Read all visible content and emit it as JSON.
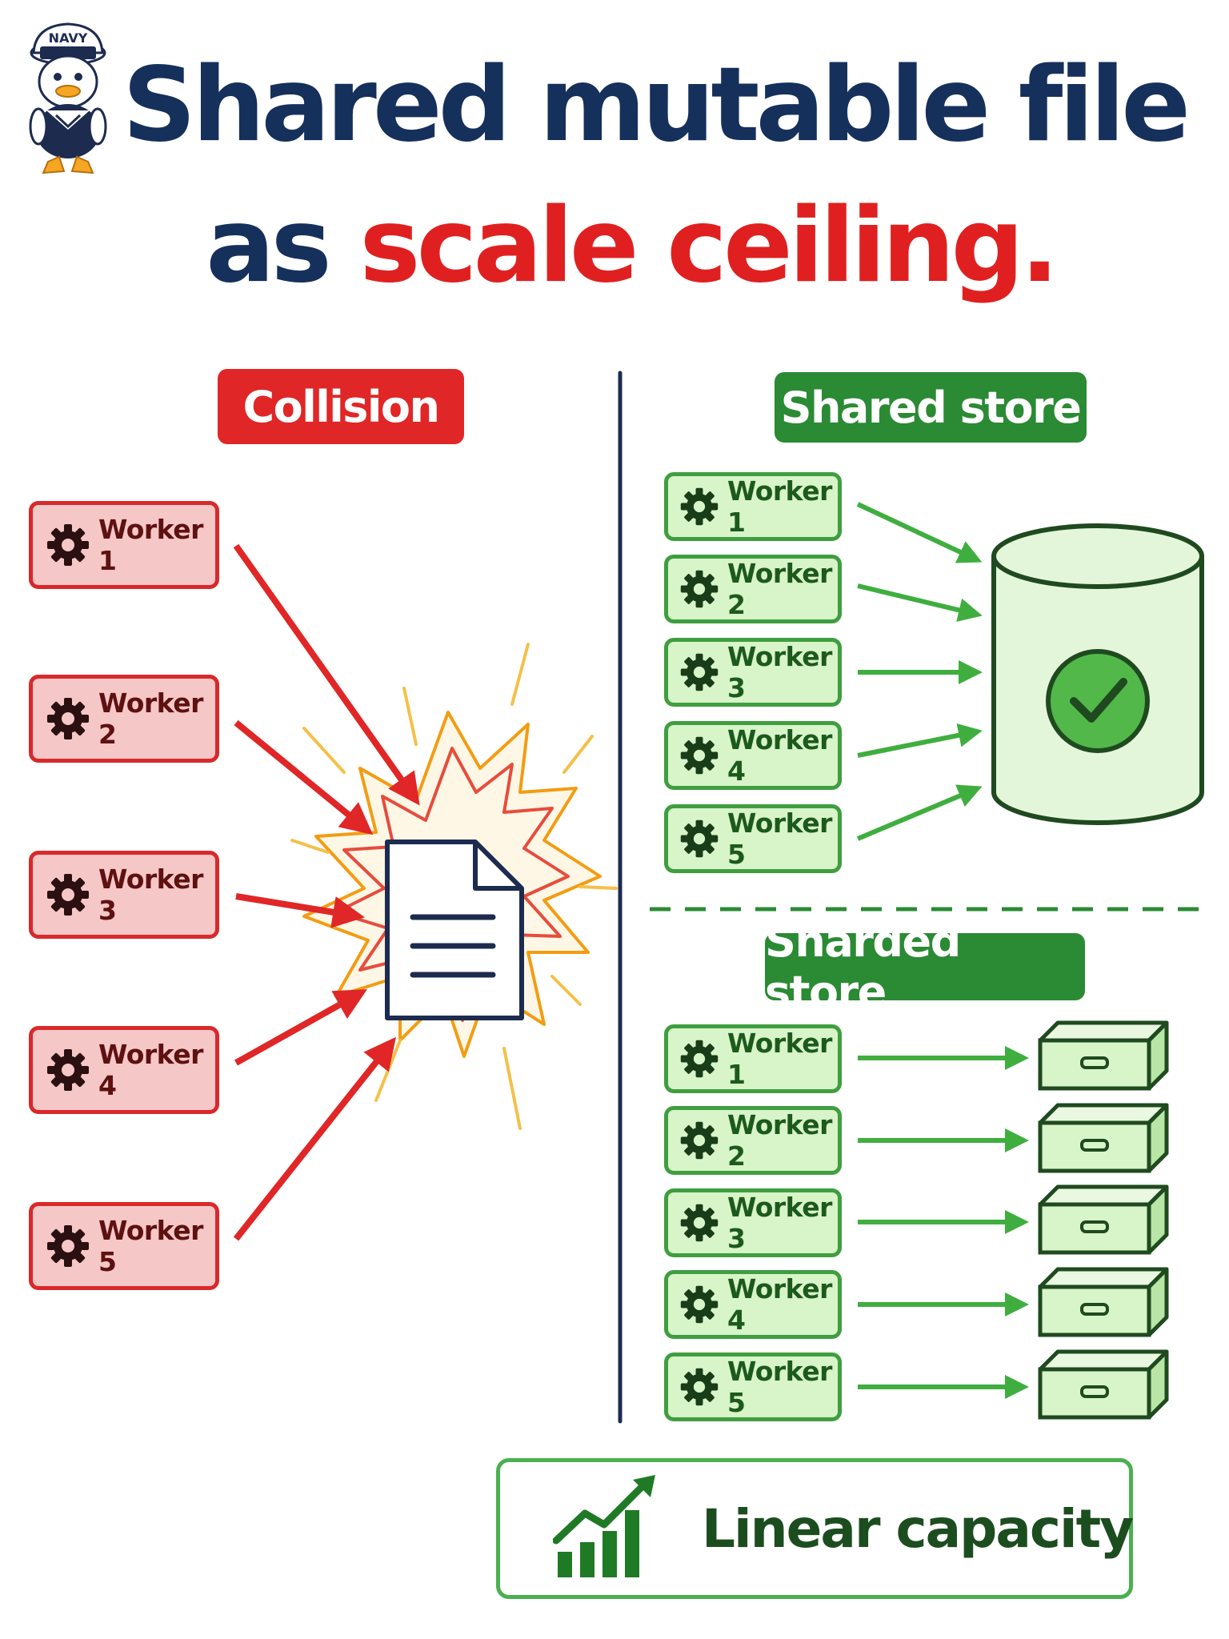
{
  "title": {
    "line1": "Shared mutable file",
    "line2_prefix": "as",
    "line2_highlight": "scale ceiling."
  },
  "mascot": {
    "cap_text": "NAVY",
    "icon": "sailor-duck-mascot"
  },
  "collision": {
    "label": "Collision",
    "workers": [
      "Worker 1",
      "Worker 2",
      "Worker 3",
      "Worker 4",
      "Worker 5"
    ],
    "target_icon": "document-icon",
    "effect_icon": "explosion-burst"
  },
  "shared_store": {
    "label": "Shared store",
    "workers": [
      "Worker 1",
      "Worker 2",
      "Worker 3",
      "Worker 4",
      "Worker 5"
    ],
    "target_icon": "database-cylinder-icon",
    "status_icon": "checkmark-icon"
  },
  "sharded_store": {
    "label": "Sharded store",
    "workers": [
      "Worker 1",
      "Worker 2",
      "Worker 3",
      "Worker 4",
      "Worker 5"
    ],
    "target_icon": "storage-box-icon"
  },
  "result": {
    "label": "Linear capacity",
    "icon": "growth-chart-icon"
  },
  "colors": {
    "navy": "#16305c",
    "red": "#e02020",
    "green": "#2b8a34",
    "light_green": "#d8f4c9",
    "light_red": "#f6c7c7"
  }
}
